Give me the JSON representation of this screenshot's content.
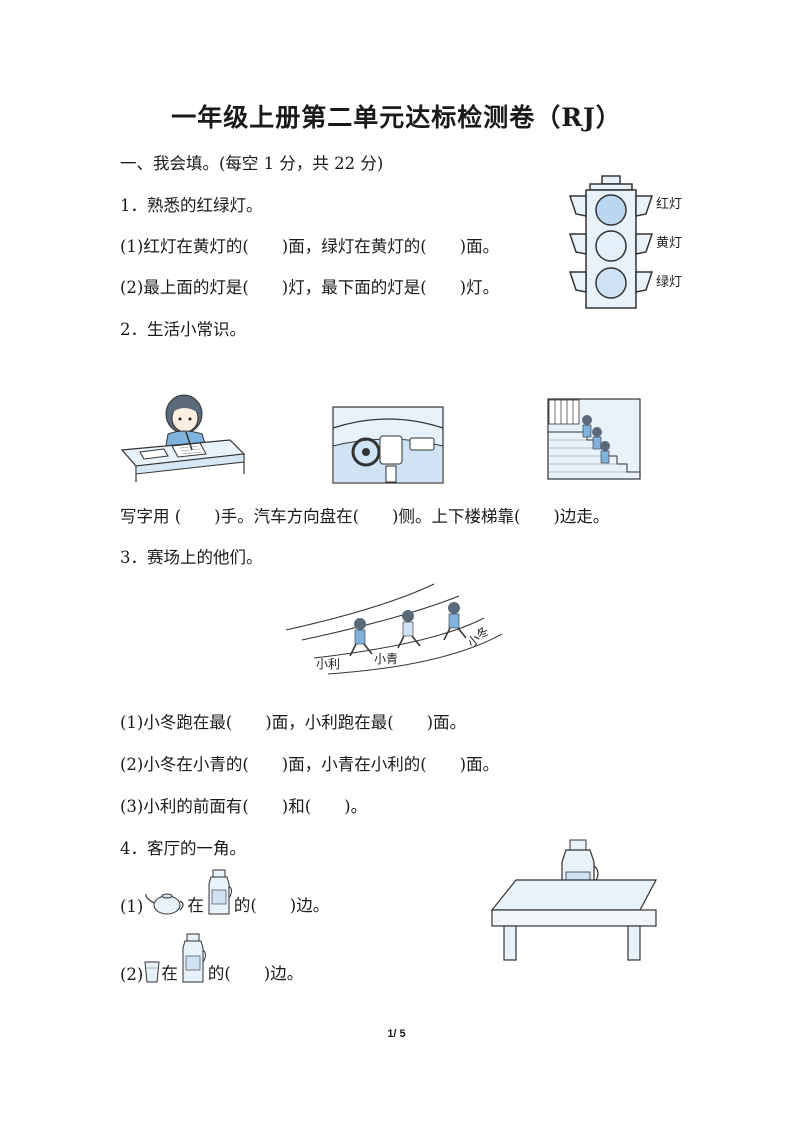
{
  "title": "一年级上册第二单元达标检测卷（RJ）",
  "section1": "一、我会填。(每空 1 分，共 22 分)",
  "q1": {
    "heading": "1．熟悉的红绿灯。",
    "line1": "(1)红灯在黄灯的(　　)面，绿灯在黄灯的(　　)面。",
    "line2": "(2)最上面的灯是(　　)灯，最下面的灯是(　　)灯。",
    "labels": [
      "红灯",
      "黄灯",
      "绿灯"
    ]
  },
  "q2": {
    "heading": "2．生活小常识。",
    "line": "写字用 (　　)手。汽车方向盘在(　　)侧。上下楼梯靠(　　)边走。"
  },
  "q3": {
    "heading": "3．赛场上的他们。",
    "runners": [
      "小利",
      "小青",
      "小冬"
    ],
    "line1": "(1)小冬跑在最(　　)面，小利跑在最(　　)面。",
    "line2": "(2)小冬在小青的(　　)面，小青在小利的(　　)面。",
    "line3": "(3)小利的前面有(　　)和(　　)。"
  },
  "q4": {
    "heading": "4．客厅的一角。",
    "l1_prefix": "(1)",
    "l1_mid": "在",
    "l1_suffix": "的(　　)边。",
    "l2_prefix": "(2)",
    "l2_mid": "在",
    "l2_suffix": "的(　　)边。"
  },
  "page_number": "1/ 5",
  "colors": {
    "light_fill": "#cfe3f5",
    "frame_fill": "#e8f2fb",
    "outline": "#333333"
  }
}
